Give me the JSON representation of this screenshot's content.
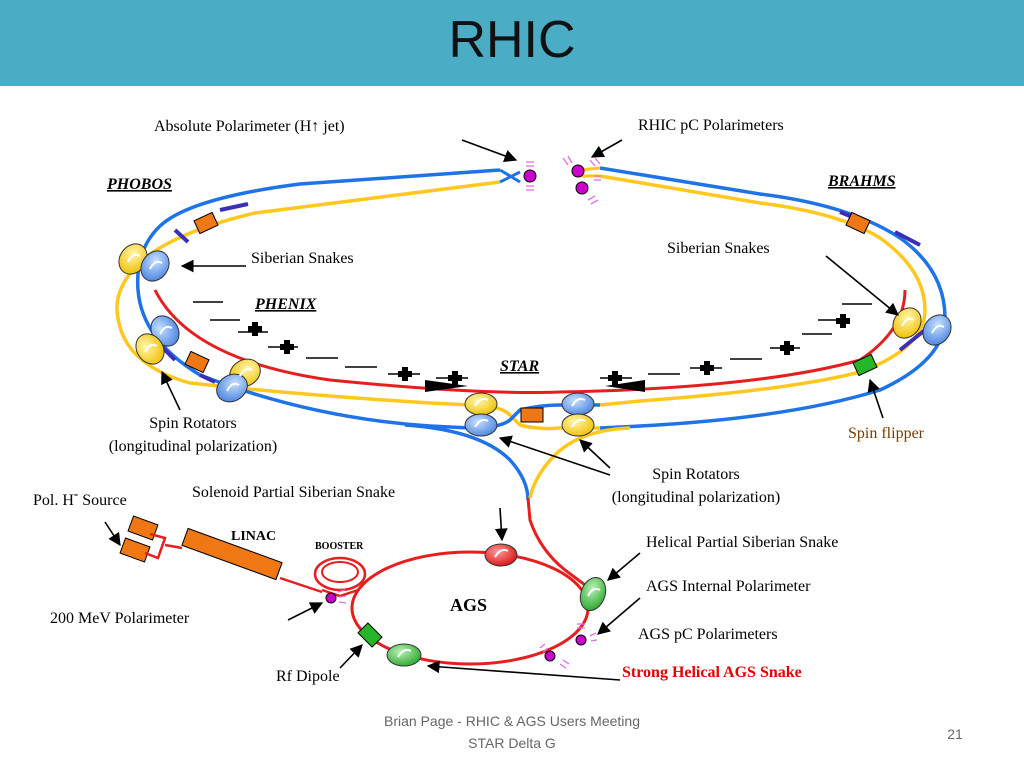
{
  "slide": {
    "title": "RHIC",
    "footer_line1": "Brian Page - RHIC & AGS Users Meeting",
    "footer_line2": "STAR Delta G",
    "page_number": "21"
  },
  "labels": {
    "absolute_polarimeter": "Absolute Polarimeter (H↑ jet)",
    "rhic_pc": "RHIC pC Polarimeters",
    "phobos": "PHOBOS",
    "brahms": "BRAHMS",
    "phenix": "PHENIX",
    "star": "STAR",
    "siberian_left": "Siberian Snakes",
    "siberian_right": "Siberian Snakes",
    "spin_rot_left_1": "Spin Rotators",
    "spin_rot_left_2": "(longitudinal polarization)",
    "spin_rot_right_1": "Spin Rotators",
    "spin_rot_right_2": "(longitudinal polarization)",
    "spin_flipper": "Spin flipper",
    "pol_source_prefix": "Pol. H",
    "pol_source_sup": "-",
    "pol_source_suffix": " Source",
    "solenoid": "Solenoid Partial Siberian Snake",
    "linac": "LINAC",
    "booster": "BOOSTER",
    "ags": "AGS",
    "helical_partial": "Helical Partial Siberian Snake",
    "ags_internal": "AGS Internal Polarimeter",
    "ags_pc": "AGS pC Polarimeters",
    "strong_helical": "Strong Helical AGS Snake",
    "mev200": "200 MeV Polarimeter",
    "rf_dipole": "Rf Dipole"
  },
  "colors": {
    "header": "#4bacc6",
    "blue_ring": "#1e73e6",
    "yellow_ring": "#ffc81e",
    "red_line": "#e61e1e",
    "dark_blue_segment": "#3a2fb5",
    "orange_box": "#f07814",
    "green_box": "#28b428",
    "magenta_dot": "#cc00cc",
    "spin_flipper_text": "#7a3b00",
    "strong_snake_text": "#e60000"
  }
}
